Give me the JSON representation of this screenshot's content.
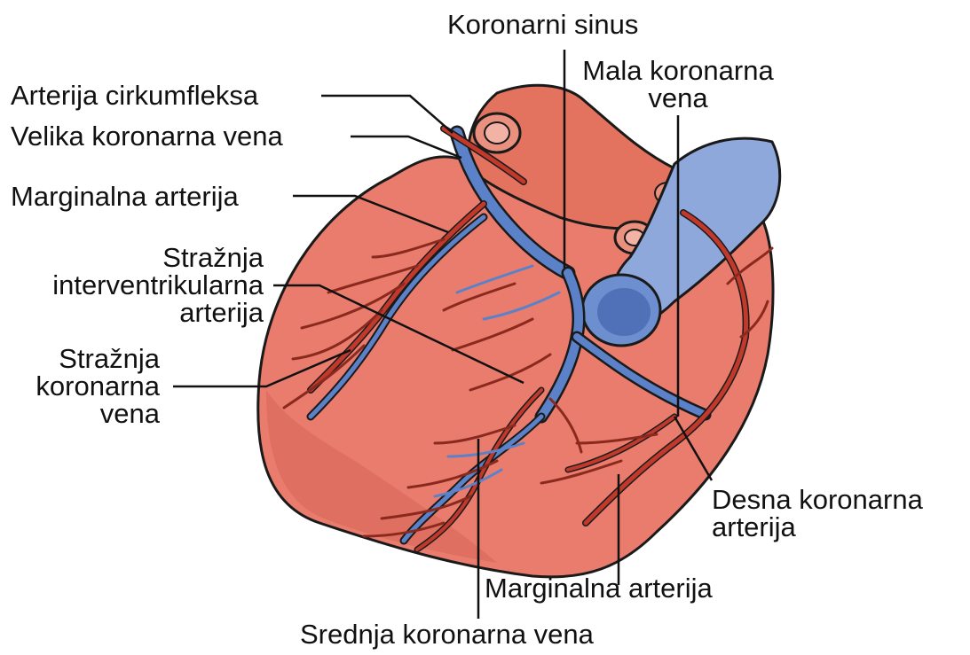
{
  "colors": {
    "myocardium": "#e97c6c",
    "myocardium_shadow": "#d9685a",
    "artery": "#c0392b",
    "artery_dark": "#7a1a12",
    "vein": "#5b82c8",
    "vein_light": "#8fa8dc",
    "outline": "#1a1a1a",
    "leader": "#111111"
  },
  "labels": {
    "koronarni_sinus": "Koronarni sinus",
    "mala_koronarna_vena": [
      "Mala koronarna",
      "vena"
    ],
    "arterija_cirkumfleksa": "Arterija cirkumfleksa",
    "velika_koronarna_vena": "Velika koronarna vena",
    "marginalna_arterija_left": "Marginalna arterija",
    "straznja_interventrikularna_arterija": [
      "Stražnja",
      "interventrikularna",
      "arterija"
    ],
    "straznja_koronarna_vena": [
      "Stražnja",
      "koronarna",
      "vena"
    ],
    "desna_koronarna_arterija": [
      "Desna koronarna",
      "arterija"
    ],
    "marginalna_arterija_right": "Marginalna arterija",
    "srednja_koronarna_vena": "Srednja koronarna vena"
  }
}
